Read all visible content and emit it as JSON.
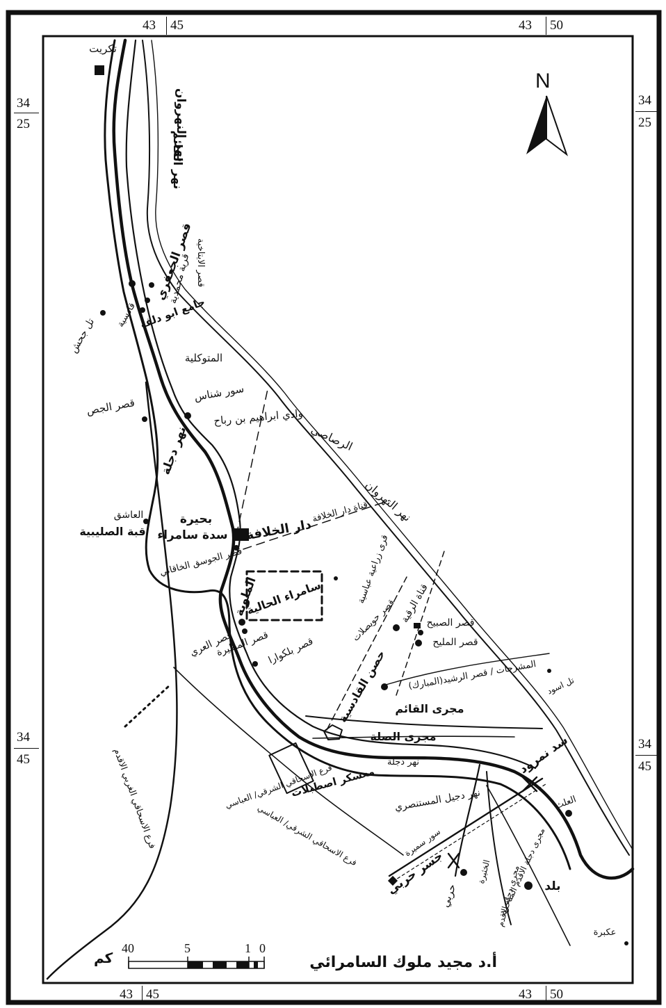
{
  "frame": {
    "top_coords": [
      "43",
      "45",
      "43",
      "50"
    ],
    "bottom_coords": [
      "43",
      "45",
      "43",
      "50"
    ],
    "left_coords": [
      "34",
      "25",
      "34",
      "45"
    ],
    "right_coords": [
      "34",
      "25",
      "34",
      "45"
    ]
  },
  "north_label": "N",
  "scale": {
    "unit": "كم",
    "ticks": [
      "40",
      "5",
      "1",
      "0"
    ]
  },
  "credit": "أ.د مجيد ملوك السامرائي",
  "labels": {
    "tikrit": "تكريت",
    "nahr_alqaim": "نهر القائم",
    "alqadisiya": "قادسية",
    "qasr_aljaafari": "قصر الجعفري",
    "qasr_alaiwan": "قصر الايتاخية",
    "qaryat_mutahida": "قرية محمدية",
    "jami_abu_dulaf": "جامع ابو دلف",
    "tal_jahash": "تل جحش",
    "almutawakkiliya": "المتوكلية",
    "sur_shinas": "سور شناس",
    "wadi_ibrahim": "وادي ابراهيم بن رباح",
    "qasr_aljiss": "قصر الجص",
    "nahr_dijla": "نهر دجلة",
    "alrasasi": "الرصاصي",
    "nahr_alnahrawan": "نهر النهروان",
    "dar_alkhilafa": "دار الخلافة",
    "qanat_dar_alkhilafa": "قناة دار الخلافة",
    "alashiq": "العاشق",
    "qubbat_alsulaibiya": "قبة الصليبية",
    "buhaira": "بحيرة",
    "saddat_samarra": "سدة سامراء",
    "qasr_jawsaq": "قصر الجوسق الخاقاني",
    "almalwiya": "الملوية",
    "samarra_alhaliya": "سامراء الحالية",
    "qura_ziraiya": "قرى زراعية عباسية",
    "qanat_ruqayyia": "قناة الرقية",
    "qasr_almutiri": "قصر المطيرة",
    "qasr_alashiq": "قصر العري",
    "qasr_balkuwara": "قصر بلكوارا",
    "qasr_huwaisil": "قصر حويصلات",
    "qasr_subh": "قصر الصبيح",
    "qasr_almulih": "قصر المليح",
    "almushrahat": "المشرحات / قصر الرشيد(المبارك)",
    "tal_aswad": "تل اسود",
    "hisn_alqadisiya": "حصن القادسية",
    "majra_alqaim": "مجرى القائم",
    "majra_alsila": "مجرى الصلة",
    "nahr_dijla_low": "نهر دجلة",
    "sadd_nimrud": "سد نمرود",
    "muaskar_istablat": "معسكر اصطبلات",
    "nahr_dujail": "نهر دجيل المستنصري",
    "alalath": "العلث",
    "far_ishaqi_gharbi": "فرع الاسحاقي الغربي الاقدم",
    "far_ishaqi_sharqi": "فرع الاسحاقي الشرقي/ العباسي",
    "sur_sumaira": "سور سميرة",
    "jisr_harbi": "جسر حربي",
    "harbi": "حربي",
    "alkhuthaira": "الخثيرة",
    "majra_dijla_shabad": "مجرى دجلة الاقدم",
    "majra_dijla_aqdam": "مجرى دجلة الاقدم المتأخرة",
    "balad": "بلد",
    "ukbara": "عكبرة"
  }
}
